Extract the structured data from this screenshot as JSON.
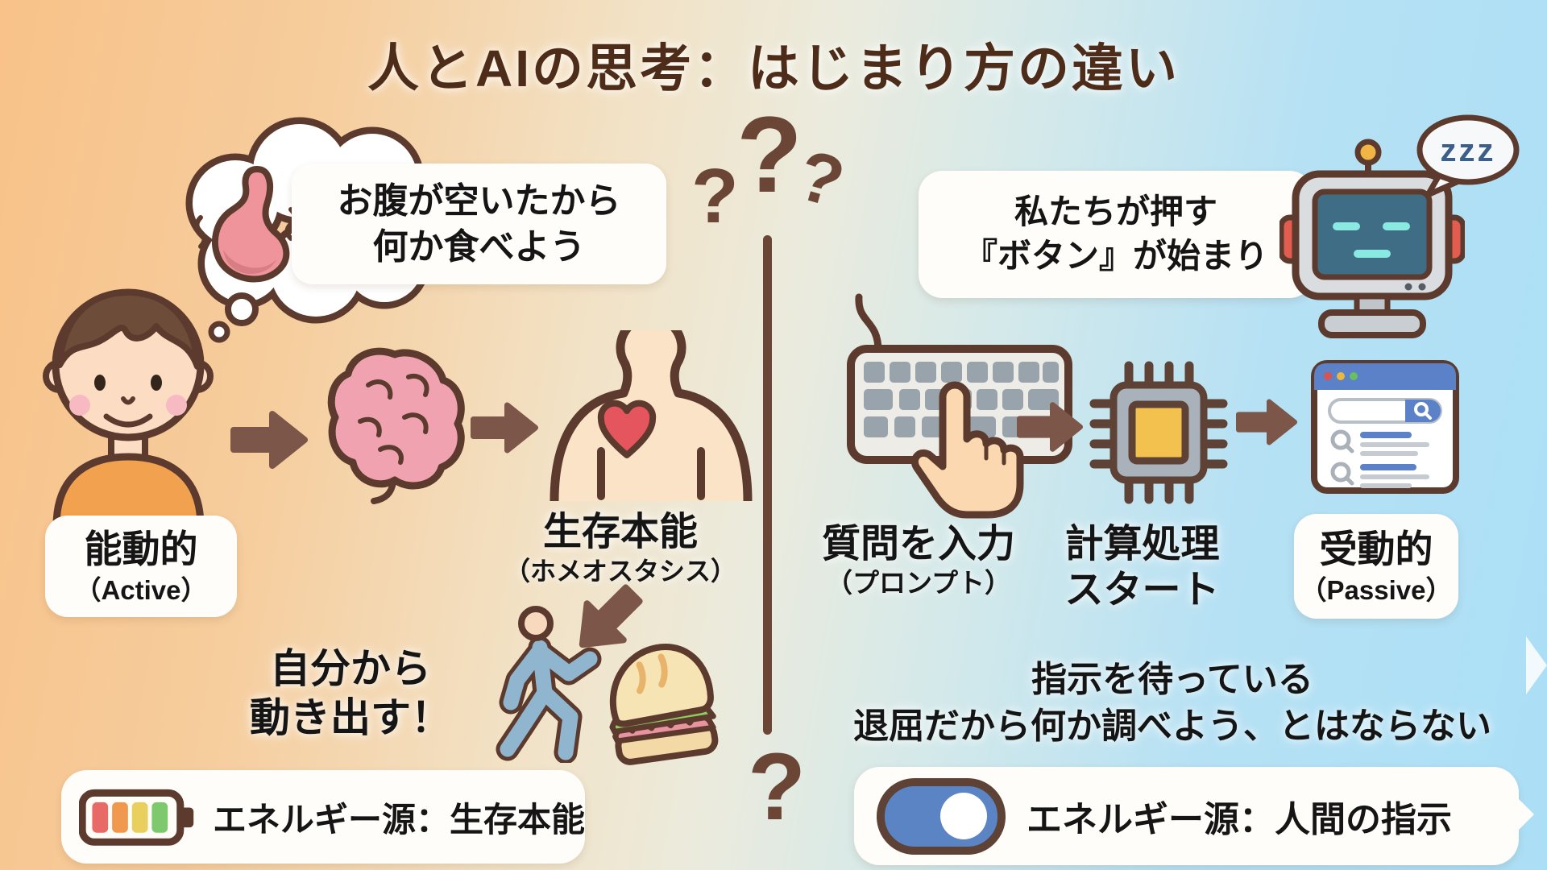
{
  "title": "人とAIの思考：はじまり方の違い",
  "center": {
    "q_left": "?",
    "q_mid": "?",
    "q_right": "?",
    "q_bottom": "?"
  },
  "human": {
    "thought": {
      "line1": "お腹が空いたから",
      "line2": "何か食べよう"
    },
    "mode": {
      "jp": "能動的",
      "en": "（Active）"
    },
    "instinct": {
      "title": "生存本能",
      "sub": "（ホメオスタシス）"
    },
    "action": {
      "line1": "自分から",
      "line2": "動き出す！"
    },
    "energy": {
      "label": "エネルギー源：生存本能"
    }
  },
  "ai": {
    "bubble": {
      "line1": "私たちが押す",
      "line2": "『ボタン』が始まり"
    },
    "sleep": "zzz",
    "input": {
      "title": "質問を入力",
      "sub": "（プロンプト）"
    },
    "compute": {
      "line1": "計算処理",
      "line2": "スタート"
    },
    "mode": {
      "jp": "受動的",
      "en": "（Passive）"
    },
    "note": {
      "line1": "指示を待っている",
      "line2": "退屈だから何か調べよう、とはならない"
    },
    "energy": {
      "label": "エネルギー源：人間の指示"
    }
  },
  "colors": {
    "title_text": "#4d2d1a",
    "accent_brown": "#6b4636",
    "arrow": "#7d564a",
    "battery_bars": [
      "#e86a67",
      "#f0994e",
      "#e9cf5d",
      "#7ec96e"
    ],
    "toggle_on": "#5b84c4",
    "browser_blue": "#5b82c8",
    "bg_left": "#f8c289",
    "bg_right": "#abdff6"
  }
}
